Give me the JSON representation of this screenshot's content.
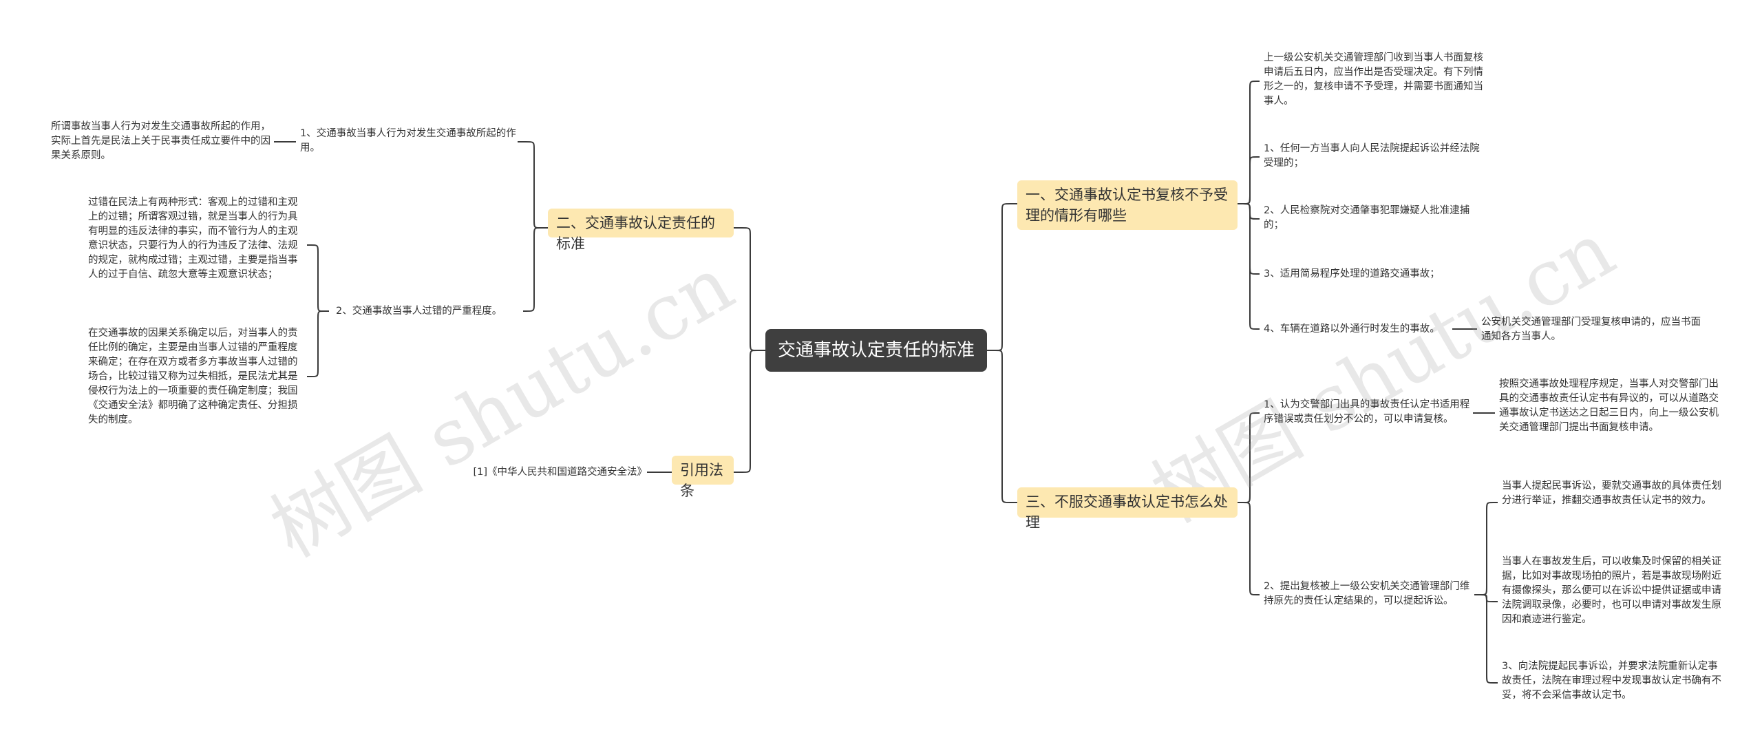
{
  "root": {
    "label": "交通事故认定责任的标准"
  },
  "watermarks": [
    "树图 shutu.cn",
    "树图 shutu.cn"
  ],
  "left": {
    "branch_standard": {
      "label": "二、交通事故认定责任的标准",
      "item1": {
        "label": "1、交通事故当事人行为对发生交通事故所起的作用。",
        "detail": "所谓事故当事人行为对发生交通事故所起的作用，实际上首先是民法上关于民事责任成立要件中的因果关系原则。"
      },
      "item2": {
        "label": "2、交通事故当事人过错的严重程度。",
        "detail1": "过错在民法上有两种形式：客观上的过错和主观上的过错；所谓客观过错，就是当事人的行为具有明显的违反法律的事实，而不管行为人的主观意识状态，只要行为人的行为违反了法律、法规的规定，就构成过错；主观过错，主要是指当事人的过于自信、疏忽大意等主观意识状态；",
        "detail2": "在交通事故的因果关系确定以后，对当事人的责任比例的确定，主要是由当事人过错的严重程度来确定；在存在双方或者多方事故当事人过错的场合，比较过错又称为过失相抵，是民法尤其是侵权行为法上的一项重要的责任确定制度；我国《交通安全法》都明确了这种确定责任、分担损失的制度。"
      }
    },
    "branch_law": {
      "label": "引用法条",
      "item1": "[1]《中华人民共和国道路交通安全法》"
    }
  },
  "right": {
    "branch_review": {
      "label": "一、交通事故认定书复核不予受理的情形有哪些",
      "intro": "上一级公安机关交通管理部门收到当事人书面复核申请后五日内，应当作出是否受理决定。有下列情形之一的，复核申请不予受理，并需要书面通知当事人。",
      "item1": "1、任何一方当事人向人民法院提起诉讼并经法院受理的；",
      "item2": "2、人民检察院对交通肇事犯罪嫌疑人批准逮捕的；",
      "item3": "3、适用简易程序处理的道路交通事故；",
      "item4": "4、车辆在道路以外通行时发生的事故。",
      "note": "公安机关交通管理部门受理复核申请的，应当书面通知各方当事人。"
    },
    "branch_dispute": {
      "label": "三、不服交通事故认定书怎么处理",
      "item1": {
        "label": "1、认为交警部门出具的事故责任认定书适用程序错误或责任划分不公的，可以申请复核。",
        "detail": "按照交通事故处理程序规定，当事人对交警部门出具的交通事故责任认定书有异议的，可以从道路交通事故认定书送达之日起三日内，向上一级公安机关交通管理部门提出书面复核申请。"
      },
      "item2": {
        "label": "2、提出复核被上一级公安机关交通管理部门维持原先的责任认定结果的，可以提起诉讼。",
        "detail1": "当事人提起民事诉讼，要就交通事故的具体责任划分进行举证，推翻交通事故责任认定书的效力。",
        "detail2": "当事人在事故发生后，可以收集及时保留的相关证据，比如对事故现场拍的照片，若是事故现场附近有摄像探头，那么便可以在诉讼中提供证据或申请法院调取录像，必要时，也可以申请对事故发生原因和痕迹进行鉴定。",
        "detail3": "3、向法院提起民事诉讼，并要求法院重新认定事故责任，法院在审理过程中发现事故认定书确有不妥，将不会采信事故认定书。"
      }
    }
  }
}
